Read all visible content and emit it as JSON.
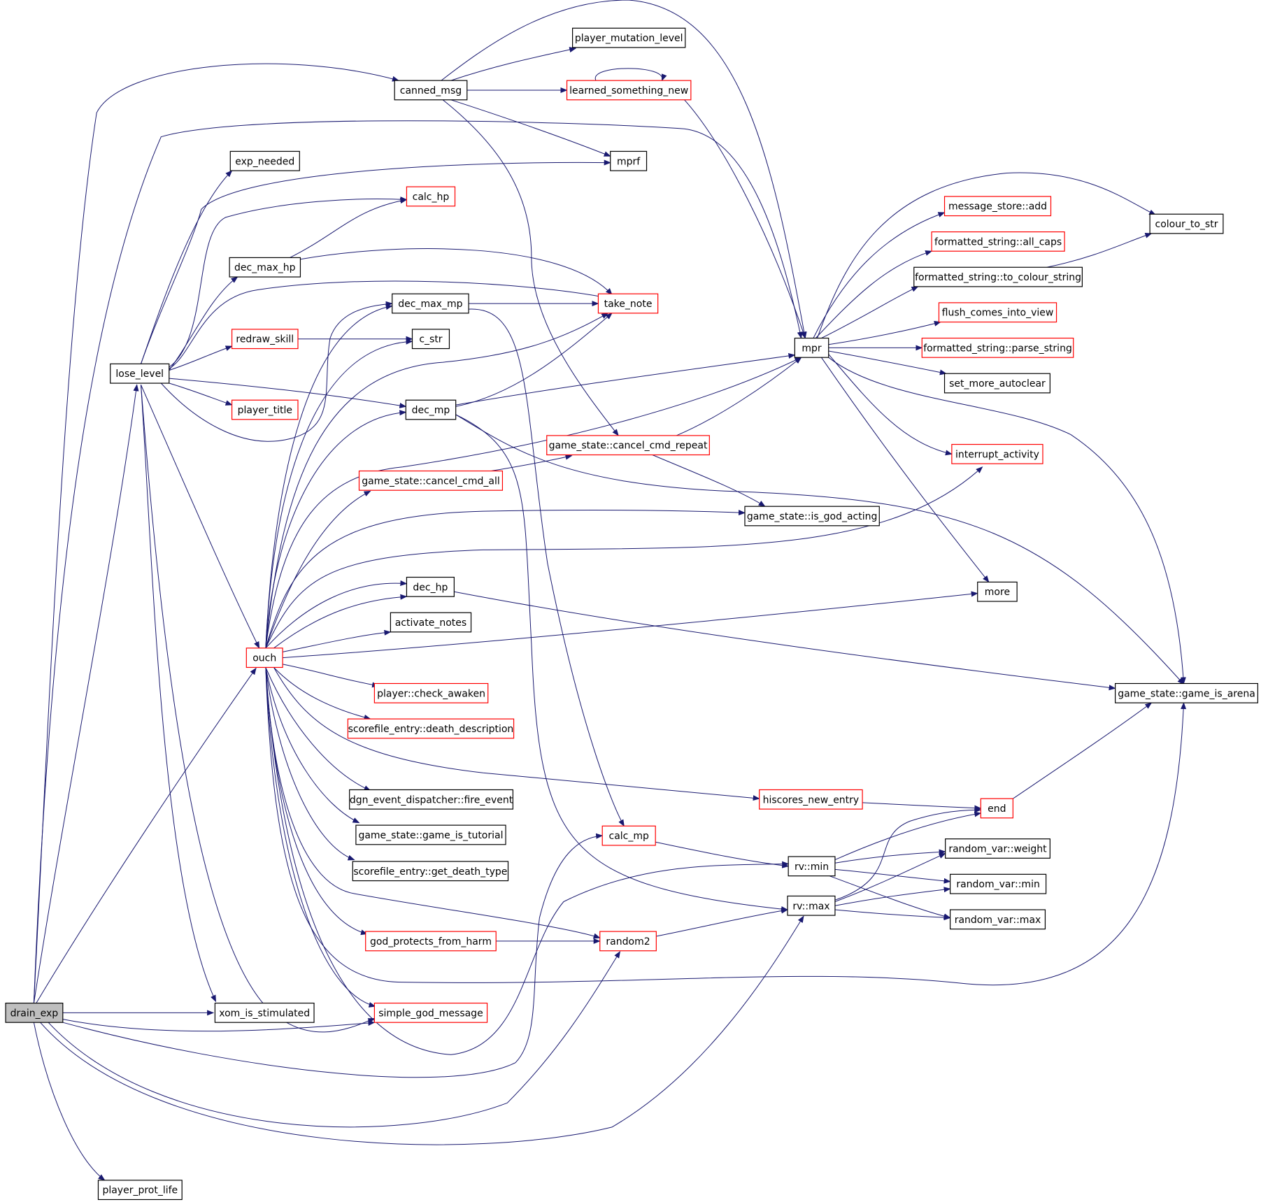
{
  "colors": {
    "edge": "#191970",
    "plain_border": "#000000",
    "truncated_border": "#ff0000",
    "root_fill": "#bfbfbf",
    "node_fill": "#ffffff"
  },
  "nodes": [
    {
      "id": "drain_exp",
      "label": "drain_exp",
      "style": "root"
    },
    {
      "id": "player_prot_life",
      "label": "player_prot_life",
      "style": "plain"
    },
    {
      "id": "xom_is_stimulated",
      "label": "xom_is_stimulated",
      "style": "plain"
    },
    {
      "id": "lose_level",
      "label": "lose_level",
      "style": "plain"
    },
    {
      "id": "exp_needed",
      "label": "exp_needed",
      "style": "plain"
    },
    {
      "id": "calc_hp",
      "label": "calc_hp",
      "style": "red"
    },
    {
      "id": "dec_max_hp",
      "label": "dec_max_hp",
      "style": "plain"
    },
    {
      "id": "redraw_skill",
      "label": "redraw_skill",
      "style": "red"
    },
    {
      "id": "player_title",
      "label": "player_title",
      "style": "red"
    },
    {
      "id": "canned_msg",
      "label": "canned_msg",
      "style": "plain"
    },
    {
      "id": "player_mutation_level",
      "label": "player_mutation_level",
      "style": "plain"
    },
    {
      "id": "learned_something_new",
      "label": "learned_something_new",
      "style": "red"
    },
    {
      "id": "mprf",
      "label": "mprf",
      "style": "plain"
    },
    {
      "id": "dec_max_mp",
      "label": "dec_max_mp",
      "style": "plain"
    },
    {
      "id": "take_note",
      "label": "take_note",
      "style": "red"
    },
    {
      "id": "c_str",
      "label": "c_str",
      "style": "plain"
    },
    {
      "id": "dec_mp",
      "label": "dec_mp",
      "style": "plain"
    },
    {
      "id": "mpr",
      "label": "mpr",
      "style": "plain"
    },
    {
      "id": "message_store_add",
      "label": "message_store::add",
      "style": "red"
    },
    {
      "id": "fs_all_caps",
      "label": "formatted_string::all_caps",
      "style": "red"
    },
    {
      "id": "fs_to_colour_string",
      "label": "formatted_string::to_colour_string",
      "style": "plain"
    },
    {
      "id": "flush_comes_into_view",
      "label": "flush_comes_into_view",
      "style": "red"
    },
    {
      "id": "fs_parse_string",
      "label": "formatted_string::parse_string",
      "style": "red"
    },
    {
      "id": "set_more_autoclear",
      "label": "set_more_autoclear",
      "style": "plain"
    },
    {
      "id": "colour_to_str",
      "label": "colour_to_str",
      "style": "plain"
    },
    {
      "id": "interrupt_activity",
      "label": "interrupt_activity",
      "style": "red"
    },
    {
      "id": "gs_cancel_cmd_repeat",
      "label": "game_state::cancel_cmd_repeat",
      "style": "red"
    },
    {
      "id": "gs_cancel_cmd_all",
      "label": "game_state::cancel_cmd_all",
      "style": "red"
    },
    {
      "id": "gs_is_god_acting",
      "label": "game_state::is_god_acting",
      "style": "plain"
    },
    {
      "id": "more",
      "label": "more",
      "style": "plain"
    },
    {
      "id": "dec_hp",
      "label": "dec_hp",
      "style": "plain"
    },
    {
      "id": "activate_notes",
      "label": "activate_notes",
      "style": "plain"
    },
    {
      "id": "ouch",
      "label": "ouch",
      "style": "red"
    },
    {
      "id": "player_check_awaken",
      "label": "player::check_awaken",
      "style": "red"
    },
    {
      "id": "se_death_description",
      "label": "scorefile_entry::death_description",
      "style": "red"
    },
    {
      "id": "gs_game_is_arena",
      "label": "game_state::game_is_arena",
      "style": "plain"
    },
    {
      "id": "dgn_fire_event",
      "label": "dgn_event_dispatcher::fire_event",
      "style": "plain"
    },
    {
      "id": "hiscores_new_entry",
      "label": "hiscores_new_entry",
      "style": "red"
    },
    {
      "id": "end",
      "label": "end",
      "style": "red"
    },
    {
      "id": "gs_game_is_tutorial",
      "label": "game_state::game_is_tutorial",
      "style": "plain"
    },
    {
      "id": "calc_mp",
      "label": "calc_mp",
      "style": "red"
    },
    {
      "id": "se_get_death_type",
      "label": "scorefile_entry::get_death_type",
      "style": "plain"
    },
    {
      "id": "rv_min",
      "label": "rv::min",
      "style": "plain"
    },
    {
      "id": "random_var_weight",
      "label": "random_var::weight",
      "style": "plain"
    },
    {
      "id": "random_var_min",
      "label": "random_var::min",
      "style": "plain"
    },
    {
      "id": "rv_max",
      "label": "rv::max",
      "style": "plain"
    },
    {
      "id": "random_var_max",
      "label": "random_var::max",
      "style": "plain"
    },
    {
      "id": "god_protects_from_harm",
      "label": "god_protects_from_harm",
      "style": "red"
    },
    {
      "id": "random2",
      "label": "random2",
      "style": "red"
    },
    {
      "id": "simple_god_message",
      "label": "simple_god_message",
      "style": "red"
    }
  ]
}
